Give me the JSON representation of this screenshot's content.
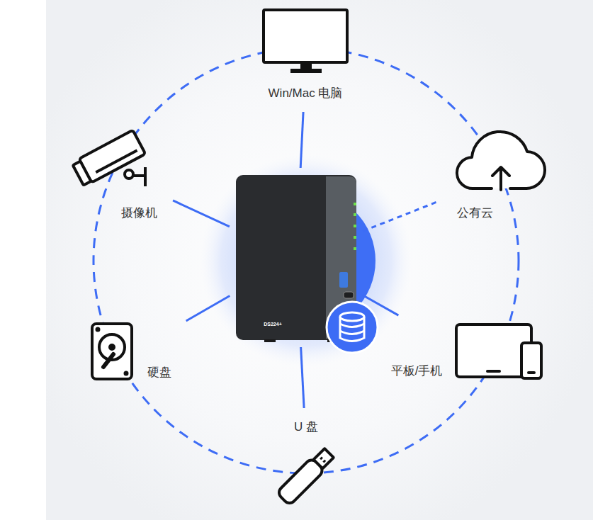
{
  "diagram": {
    "nodes": [
      {
        "text": [
          "DS224+"
        ]
      },
      {
        "text": [
          "Win/Mac 电脑"
        ]
      },
      {
        "text": [
          "摄像机"
        ]
      },
      {
        "text": [
          "公有云"
        ]
      },
      {
        "text": [
          "硬盘"
        ]
      },
      {
        "text": [
          "平板/手机"
        ]
      },
      {
        "text": [
          "U 盘"
        ]
      }
    ],
    "edges": [
      {
        "from": 0,
        "to": 1,
        "arrow": "none"
      },
      {
        "from": 0,
        "to": 2,
        "arrow": "none"
      },
      {
        "from": 0,
        "to": 3,
        "arrow": "none"
      },
      {
        "from": 0,
        "to": 4,
        "arrow": "none"
      },
      {
        "from": 0,
        "to": 5,
        "arrow": "none"
      },
      {
        "from": 0,
        "to": 6,
        "arrow": "none"
      }
    ]
  }
}
